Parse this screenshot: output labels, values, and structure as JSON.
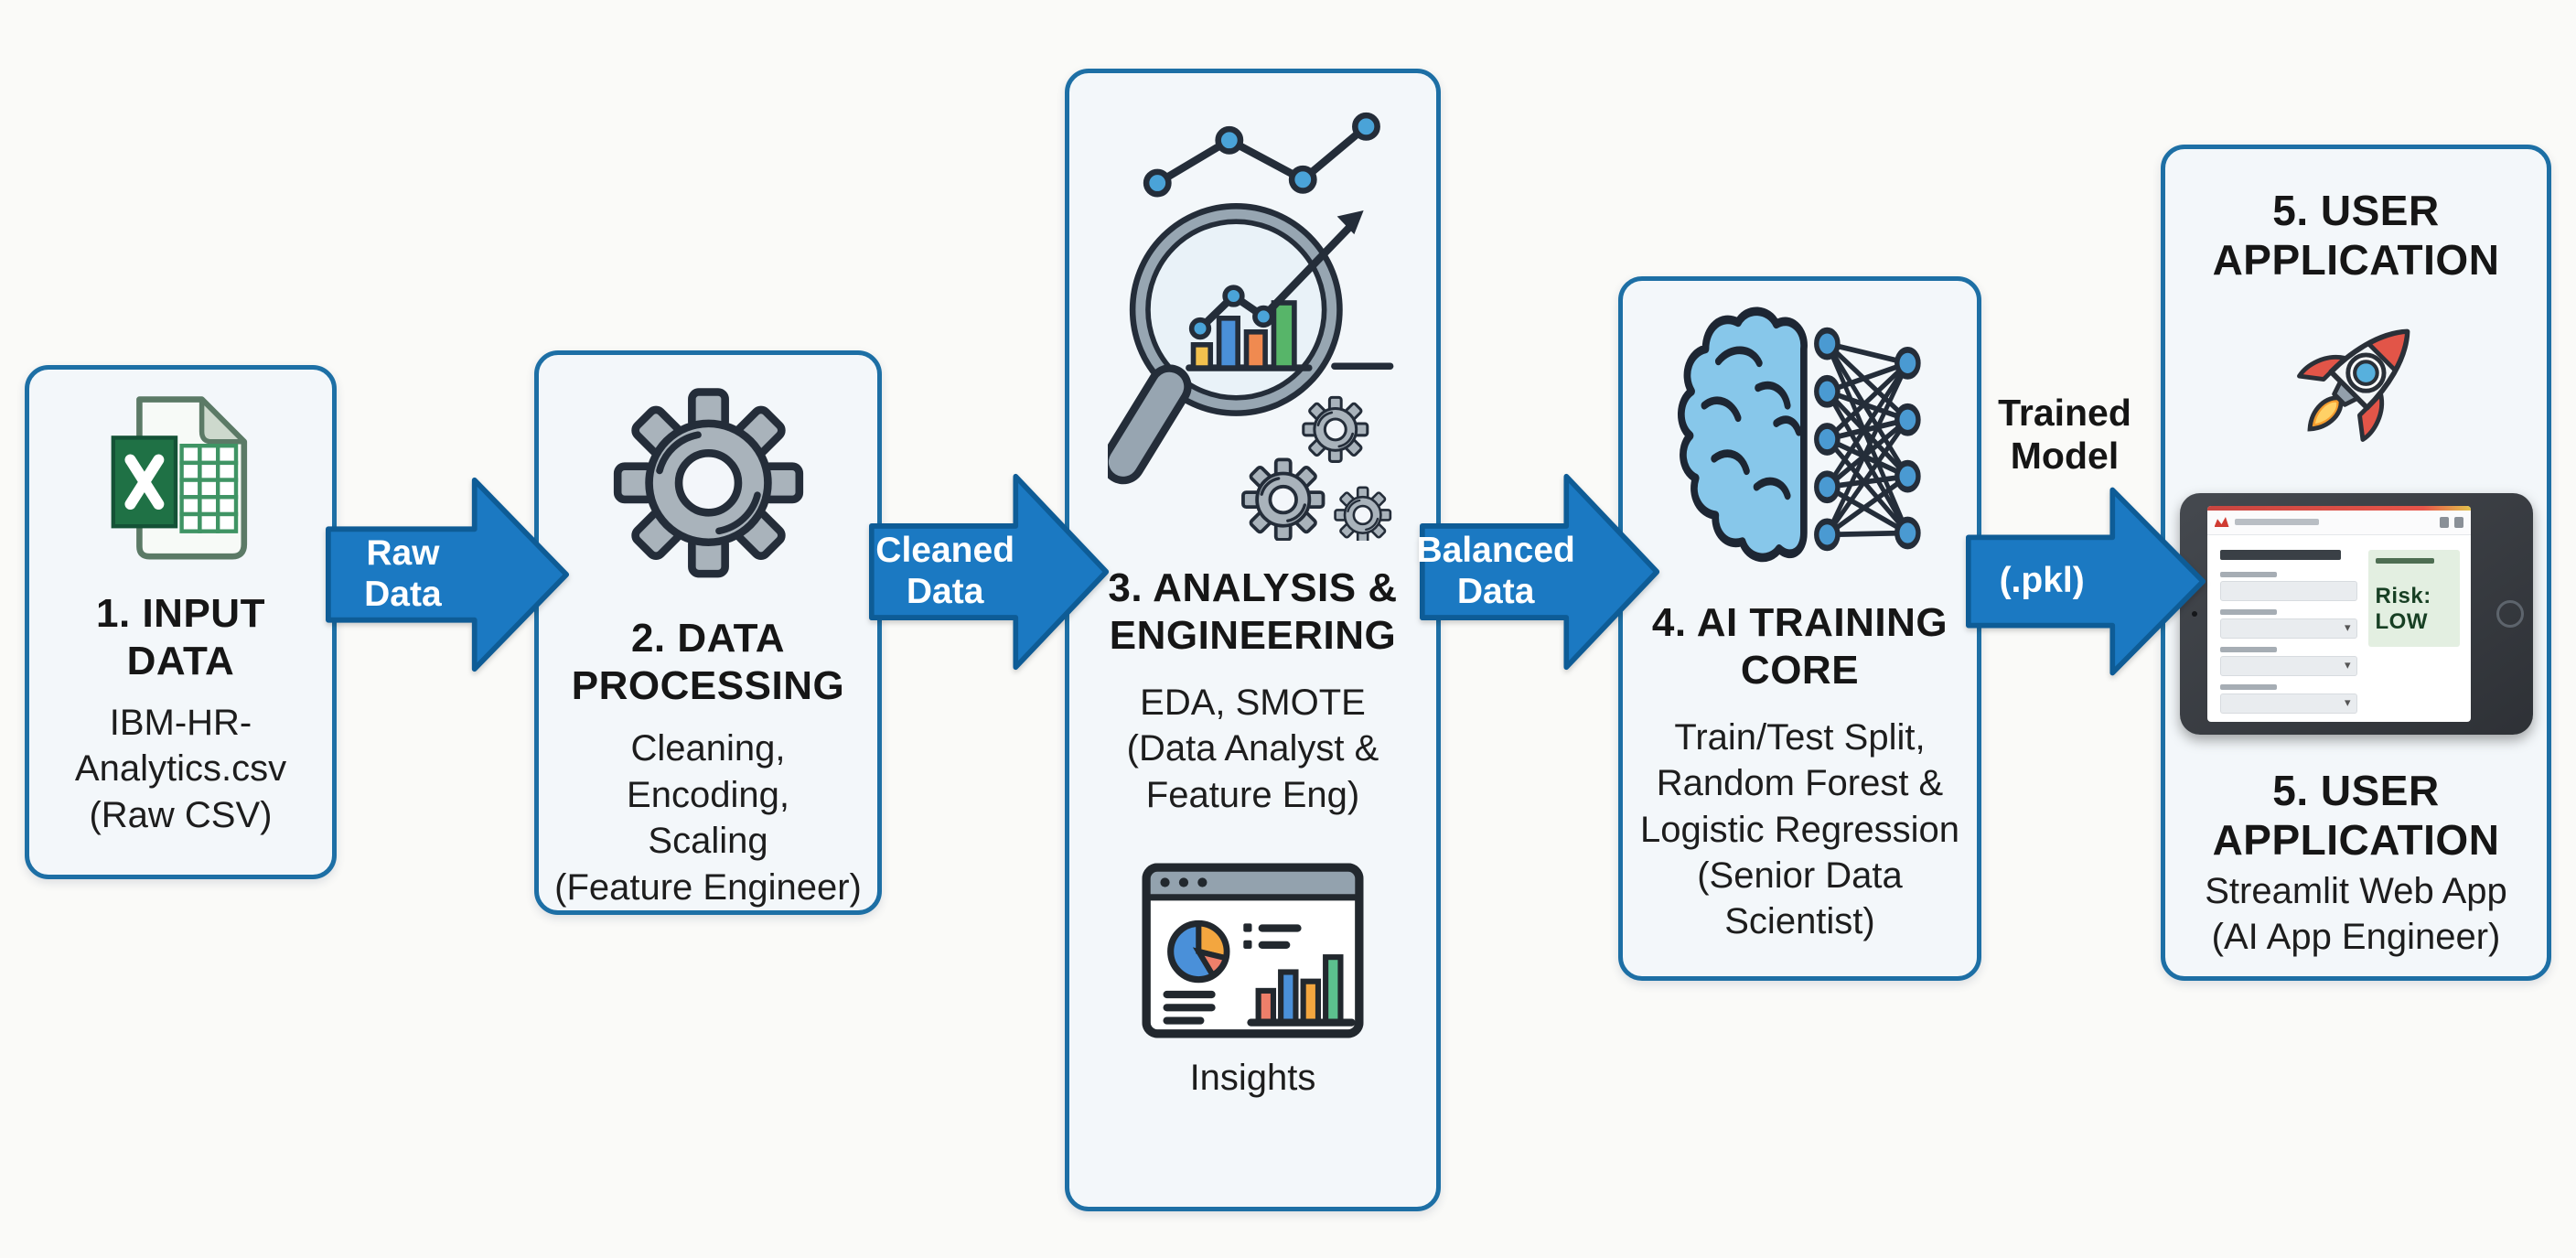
{
  "diagram_title": "HR attrition ML pipeline flow",
  "colors": {
    "page_bg": "#fafaf8",
    "box_bg": "#f3f7fa",
    "box_border": "#1d6fa5",
    "arrow_fill": "#1b79c2",
    "arrow_outline": "#0e5c96",
    "heading_text": "#161616",
    "excel_green": "#1f7145",
    "gear_gray": "#a9b3bb",
    "brain_blue": "#87c7ea",
    "node_blue": "#4a9ad2",
    "risk_panel_bg": "#e3efe1",
    "risk_text_color": "#173f23",
    "streamlit_red": "#e5473d"
  },
  "boxes": [
    {
      "id": "input-data",
      "icon": "excel-file-icon",
      "title": "1. INPUT\nDATA",
      "body": "IBM-HR-\nAnalytics.csv\n(Raw CSV)"
    },
    {
      "id": "data-processing",
      "icon": "gear-icon",
      "title": "2. DATA\nPROCESSING",
      "body": "Cleaning,\nEncoding,\nScaling\n(Feature Engineer)"
    },
    {
      "id": "analysis-engineering",
      "icon": "magnifier-chart-icon",
      "title": "3. ANALYSIS &\nENGINEERING",
      "body": "EDA, SMOTE\n(Data Analyst &\nFeature Eng)",
      "caption_icon": "insights-dashboard-icon",
      "caption": "Insights"
    },
    {
      "id": "ai-training-core",
      "icon": "brain-network-icon",
      "title": "4. AI TRAINING\nCORE",
      "body": "Train/Test Split,\nRandom Forest &\nLogistic Regression\n(Senior Data\nScientist)"
    },
    {
      "id": "user-application",
      "icon": "rocket-icon",
      "title_top": "5. USER\nAPPLICATION",
      "title_bottom": "5. USER\nAPPLICATION",
      "subtitle_bottom": "Streamlit Web App\n(AI App Engineer)",
      "tablet": {
        "risk_text": "Risk: LOW"
      }
    }
  ],
  "arrows": [
    {
      "id": "raw-data",
      "label": "Raw\nData"
    },
    {
      "id": "cleaned-data",
      "label": "Cleaned\nData"
    },
    {
      "id": "balanced-data",
      "label": "Balanced\nData"
    },
    {
      "id": "trained-model",
      "label": "(.pkl)",
      "label_above": "Trained\nModel"
    }
  ]
}
